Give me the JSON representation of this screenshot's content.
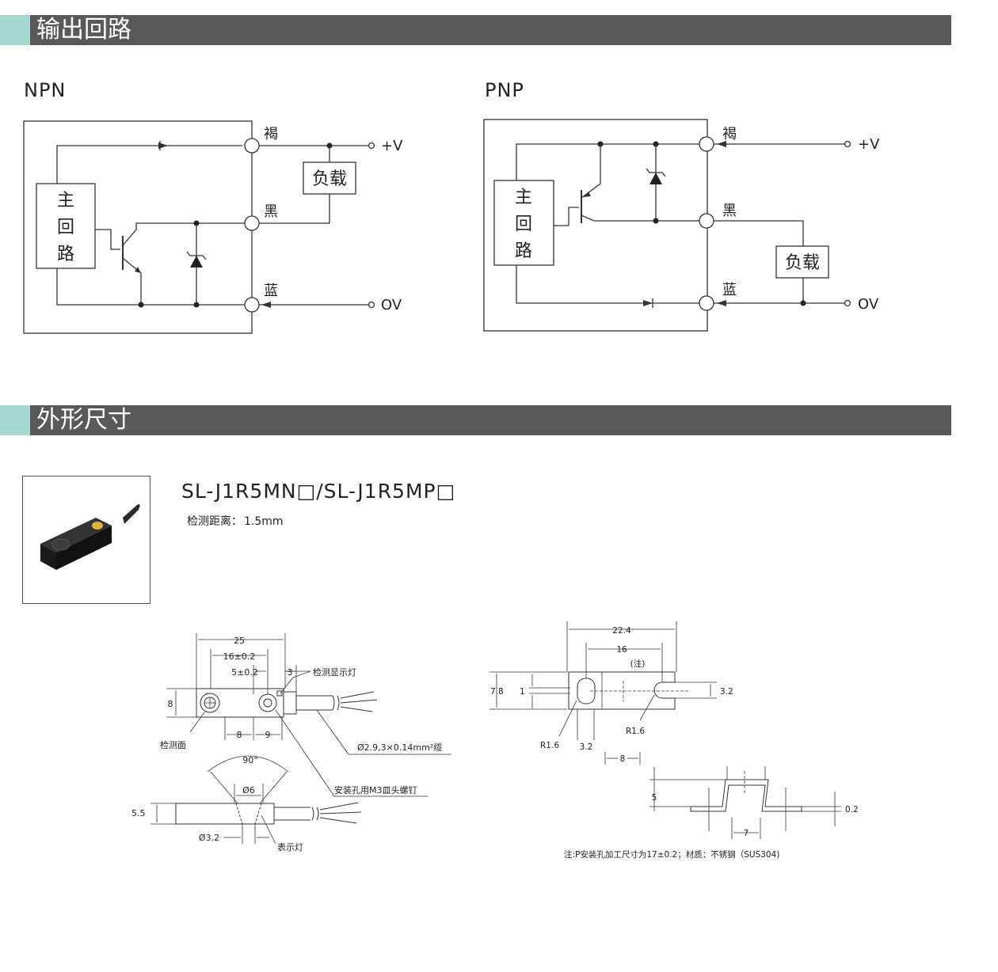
{
  "sections": {
    "output_circuit": "输出回路",
    "dimensions": "外形尺寸"
  },
  "npn": {
    "label": "NPN",
    "main_circuit": [
      "主",
      "回",
      "路"
    ],
    "wire_brown": "褐",
    "wire_black": "黑",
    "wire_blue": "蓝",
    "load": "负载",
    "plus_v": "+V",
    "zero_v": "OV"
  },
  "pnp": {
    "label": "PNP",
    "main_circuit": [
      "主",
      "回",
      "路"
    ],
    "wire_brown": "褐",
    "wire_black": "黑",
    "wire_blue": "蓝",
    "load": "负载",
    "plus_v": "+V",
    "zero_v": "OV"
  },
  "product": {
    "model": "SL-J1R5MN□/SL-J1R5MP□",
    "sensing_label": "检测距离：",
    "sensing_value": "1.5mm"
  },
  "drawing_left": {
    "dim_25": "25",
    "dim_16": "16±0.2",
    "dim_5": "5±0.2",
    "dim_3": "3",
    "indicator_label": "检测显示灯",
    "dim_8_height": "8",
    "dim_8_width": "8",
    "dim_9": "9",
    "sensing_face": "检测面",
    "cable": "Ø2.9,3×0.14mm²缆",
    "angle_90": "90°",
    "dim_6": "Ø6",
    "screw_hole": "安装孔用M3皿头螺钉",
    "dim_5_5": "5.5",
    "dim_3_2": "Ø3.2",
    "indicator_short": "表示灯"
  },
  "drawing_right": {
    "dim_22_4": "22.4",
    "dim_16": "16",
    "note_mark": "(注)",
    "dim_7_8": "7.8",
    "dim_1": "1",
    "dim_3_2_right": "3.2",
    "r16_a": "R1.6",
    "r16_b": "R1.6",
    "dim_3_2_bottom": "3.2",
    "dim_8": "8",
    "dim_5": "5",
    "dim_0_2": "0.2",
    "dim_7": "7",
    "note": "注:P安装孔加工尺寸为17±0.2；材质：不锈钢（SUS304)"
  },
  "colors": {
    "section_bar": "#595959",
    "section_accent": "#a5d9cf",
    "section_text": "#ffffff",
    "line": "#333333",
    "led": "#e0b43a"
  }
}
